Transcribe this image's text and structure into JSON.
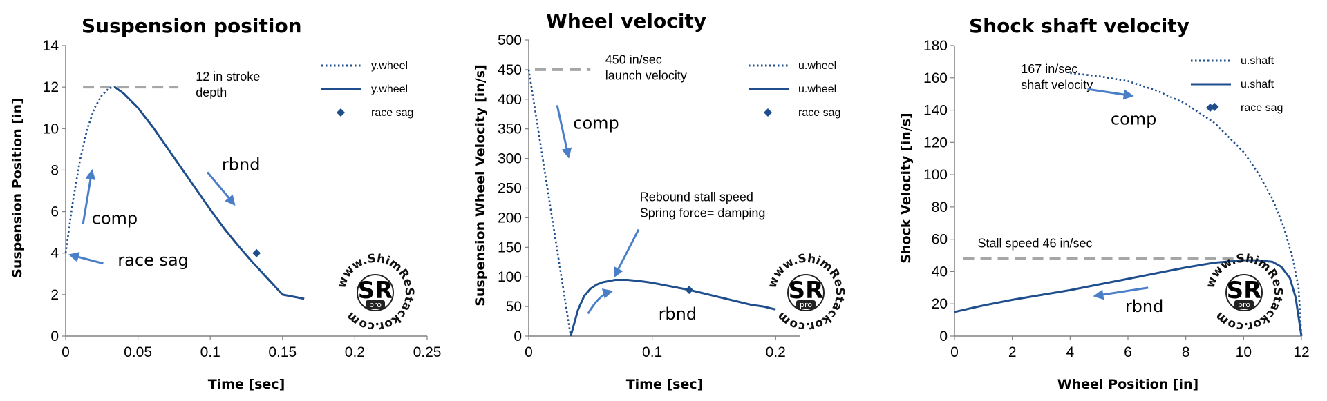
{
  "colors": {
    "series": "#1f4e8c",
    "arrow": "#4a7fc8",
    "reference": "#a6a6a6",
    "axis": "#808080"
  },
  "watermark": {
    "ring_text": "www.ShimReStackor.com",
    "badge": "SR",
    "sub": "pro"
  },
  "chart_data": [
    {
      "type": "line",
      "title": "Suspension position",
      "xlabel": "Time [sec]",
      "ylabel": "Suspension Position [in]",
      "xlim": [
        0,
        0.25
      ],
      "ylim": [
        0,
        14
      ],
      "xticks": [
        0,
        0.05,
        0.1,
        0.15,
        0.2,
        0.25
      ],
      "yticks": [
        0,
        2,
        4,
        6,
        8,
        10,
        12,
        14
      ],
      "xtick_labels": [
        "0",
        "0.05",
        "0.1",
        "0.15",
        "0.2",
        "0.25"
      ],
      "ytick_labels": [
        "0",
        "2",
        "4",
        "6",
        "8",
        "10",
        "12",
        "14"
      ],
      "legend_position": "top-right",
      "series": [
        {
          "name": "y.wheel",
          "style": "dotted",
          "x": [
            0,
            0.005,
            0.01,
            0.015,
            0.02,
            0.025,
            0.03,
            0.034
          ],
          "y": [
            4.0,
            6.5,
            8.5,
            10.0,
            11.0,
            11.6,
            11.95,
            12.0
          ]
        },
        {
          "name": "y.wheel",
          "style": "solid",
          "x": [
            0.034,
            0.04,
            0.05,
            0.06,
            0.07,
            0.08,
            0.09,
            0.1,
            0.11,
            0.12,
            0.13,
            0.14,
            0.15,
            0.165
          ],
          "y": [
            12.0,
            11.7,
            11.0,
            10.1,
            9.1,
            8.1,
            7.1,
            6.1,
            5.15,
            4.3,
            3.5,
            2.75,
            2.0,
            1.8
          ]
        },
        {
          "name": "race sag",
          "style": "marker",
          "x": [
            0.132
          ],
          "y": [
            4.0
          ]
        }
      ],
      "reference_line": {
        "x": [
          0.012,
          0.078
        ],
        "y": 12
      },
      "annotations": [
        {
          "text": [
            "12 in stroke",
            "depth"
          ],
          "x": 0.09,
          "y": 12.3
        },
        {
          "text": [
            "rbnd"
          ],
          "x": 0.108,
          "y": 8.0,
          "size": "big"
        },
        {
          "text": [
            "comp"
          ],
          "x": 0.018,
          "y": 5.4,
          "size": "big"
        },
        {
          "text": [
            "race sag"
          ],
          "x": 0.036,
          "y": 3.4,
          "size": "big"
        }
      ],
      "arrows": [
        {
          "from": [
            0.098,
            7.9
          ],
          "to": [
            0.116,
            6.4
          ]
        },
        {
          "from": [
            0.012,
            5.4
          ],
          "to": [
            0.018,
            7.9
          ]
        },
        {
          "from": [
            0.026,
            3.5
          ],
          "to": [
            0.004,
            3.9
          ]
        }
      ]
    },
    {
      "type": "line",
      "title": "Wheel velocity",
      "xlabel": "Time [sec]",
      "ylabel": "Suspension Wheel Velocity [in/s]",
      "xlim": [
        0,
        0.22
      ],
      "ylim": [
        0,
        500
      ],
      "xticks": [
        0,
        0.1,
        0.2
      ],
      "yticks": [
        0,
        50,
        100,
        150,
        200,
        250,
        300,
        350,
        400,
        450,
        500
      ],
      "xtick_labels": [
        "0",
        "0.1",
        "0.2"
      ],
      "ytick_labels": [
        "0",
        "50",
        "100",
        "150",
        "200",
        "250",
        "300",
        "350",
        "400",
        "450",
        "500"
      ],
      "legend_position": "top-right",
      "series": [
        {
          "name": "u.wheel",
          "style": "dotted",
          "x": [
            0,
            0.034
          ],
          "y": [
            450,
            0
          ]
        },
        {
          "name": "u.wheel",
          "style": "solid",
          "x": [
            0.034,
            0.04,
            0.045,
            0.05,
            0.055,
            0.06,
            0.07,
            0.08,
            0.09,
            0.1,
            0.11,
            0.12,
            0.13,
            0.14,
            0.15,
            0.16,
            0.17,
            0.18,
            0.19,
            0.2
          ],
          "y": [
            0,
            45,
            68,
            80,
            87,
            91,
            95,
            95,
            93,
            90,
            86,
            82,
            78,
            73,
            68,
            63,
            58,
            53,
            50,
            45
          ]
        },
        {
          "name": "race sag",
          "style": "marker",
          "x": [
            0.13
          ],
          "y": [
            78
          ]
        }
      ],
      "reference_line": {
        "x": [
          0.005,
          0.05
        ],
        "y": 450
      },
      "annotations": [
        {
          "text": [
            "450 in/sec",
            "launch velocity"
          ],
          "x": 0.062,
          "y": 460
        },
        {
          "text": [
            "comp"
          ],
          "x": 0.036,
          "y": 350,
          "size": "big"
        },
        {
          "text": [
            "Rebound stall speed",
            "Spring force= damping"
          ],
          "x": 0.09,
          "y": 228
        },
        {
          "text": [
            "rbnd"
          ],
          "x": 0.105,
          "y": 28,
          "size": "big"
        }
      ],
      "arrows": [
        {
          "from": [
            0.023,
            390
          ],
          "to": [
            0.032,
            305
          ]
        },
        {
          "from": [
            0.089,
            180
          ],
          "to": [
            0.07,
            103
          ]
        },
        {
          "from": [
            0.048,
            38
          ],
          "to": [
            0.066,
            75
          ],
          "via": [
            0.057,
            70
          ]
        }
      ]
    },
    {
      "type": "line",
      "title": "Shock shaft velocity",
      "xlabel": "Wheel Position [in]",
      "ylabel": "Shock Velocity [in/s]",
      "xlim": [
        0,
        12
      ],
      "ylim": [
        0,
        180
      ],
      "xticks": [
        0,
        2,
        4,
        6,
        8,
        10,
        12
      ],
      "yticks": [
        0,
        20,
        40,
        60,
        80,
        100,
        120,
        140,
        160,
        180
      ],
      "xtick_labels": [
        "0",
        "2",
        "4",
        "6",
        "8",
        "10",
        "12"
      ],
      "ytick_labels": [
        "0",
        "20",
        "40",
        "60",
        "80",
        "100",
        "120",
        "140",
        "160",
        "180"
      ],
      "legend_position": "top-right",
      "series": [
        {
          "name": "u.shaft",
          "style": "dotted",
          "x": [
            4,
            5,
            6,
            7,
            8,
            9,
            10,
            10.5,
            11,
            11.4,
            11.7,
            11.9,
            12.0
          ],
          "y": [
            163,
            161,
            158,
            152,
            144,
            132,
            114,
            101,
            85,
            67,
            48,
            30,
            0
          ]
        },
        {
          "name": "u.shaft",
          "style": "solid",
          "x": [
            0,
            1,
            2,
            3,
            4,
            5,
            6,
            7,
            8,
            9,
            10,
            10.5,
            11,
            11.3,
            11.6,
            11.8,
            12.0
          ],
          "y": [
            15,
            19,
            22.5,
            25.5,
            28.5,
            32,
            35.5,
            39,
            42.5,
            45.5,
            47,
            47,
            46,
            43,
            36,
            24,
            0
          ]
        },
        {
          "name": "race sag",
          "style": "marker",
          "x": [
            9.0
          ],
          "y": [
            142
          ]
        }
      ],
      "reference_line": {
        "x": [
          0.3,
          10.0
        ],
        "y": 48
      },
      "annotations": [
        {
          "text": [
            "167 in/sec",
            "shaft velocity"
          ],
          "x": 2.3,
          "y": 163
        },
        {
          "text": [
            "comp"
          ],
          "x": 5.4,
          "y": 131,
          "size": "big"
        },
        {
          "text": [
            "Stall speed 46 in/sec"
          ],
          "x": 0.8,
          "y": 55
        },
        {
          "text": [
            "rbnd"
          ],
          "x": 5.9,
          "y": 15,
          "size": "big"
        }
      ],
      "arrows": [
        {
          "from": [
            4.6,
            153
          ],
          "to": [
            6.1,
            149
          ]
        },
        {
          "from": [
            6.7,
            30
          ],
          "to": [
            4.9,
            25
          ]
        }
      ]
    }
  ]
}
